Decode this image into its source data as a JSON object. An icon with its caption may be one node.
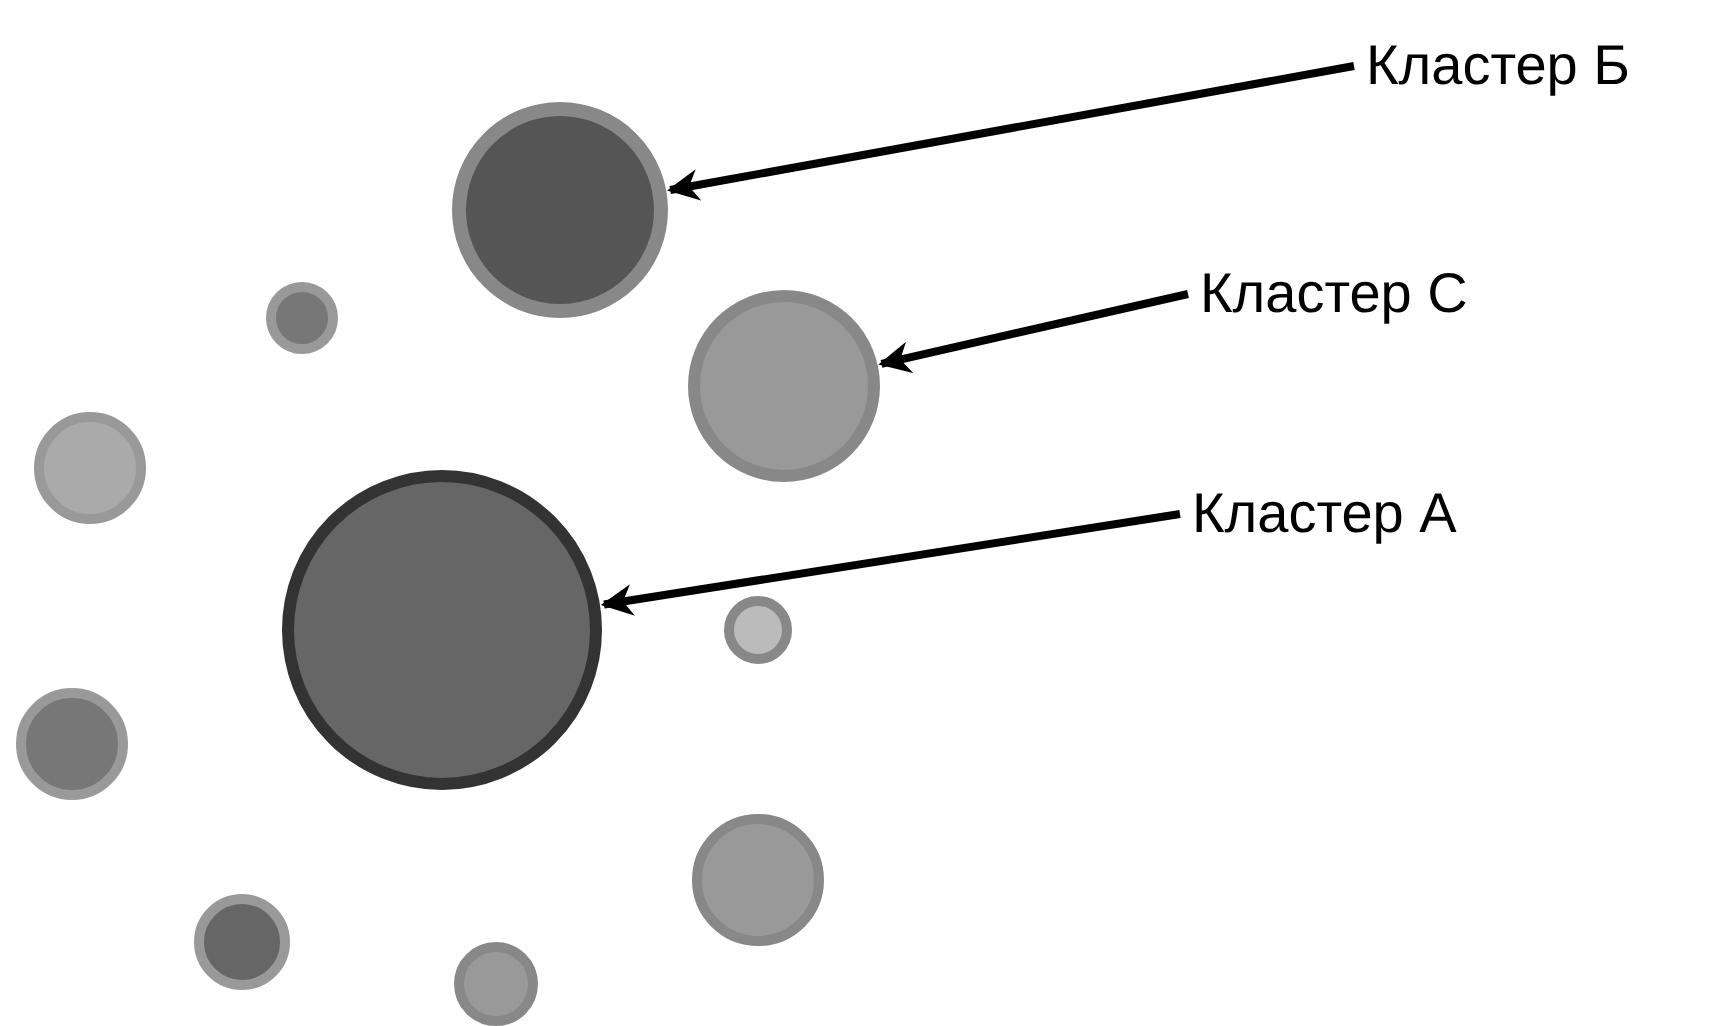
{
  "diagram": {
    "nodes": [
      {
        "text": [
          "Кластер Б"
        ]
      },
      {
        "text": [
          "Кластер C"
        ]
      },
      {
        "text": [
          "Кластер А"
        ]
      },
      {
        "text": [],
        "shape": "circle"
      },
      {
        "text": [],
        "shape": "circle"
      },
      {
        "text": [],
        "shape": "circle"
      },
      {
        "text": [],
        "shape": "circle"
      },
      {
        "text": [],
        "shape": "circle"
      },
      {
        "text": [],
        "shape": "circle"
      },
      {
        "text": [],
        "shape": "circle"
      },
      {
        "text": [],
        "shape": "circle"
      },
      {
        "text": [],
        "shape": "circle"
      },
      {
        "text": [],
        "shape": "circle"
      }
    ],
    "edges": [
      {
        "from": 0,
        "to": 3,
        "arrow": "to"
      },
      {
        "from": 1,
        "to": 5,
        "arrow": "to"
      },
      {
        "from": 2,
        "to": 7,
        "arrow": "to"
      }
    ]
  }
}
